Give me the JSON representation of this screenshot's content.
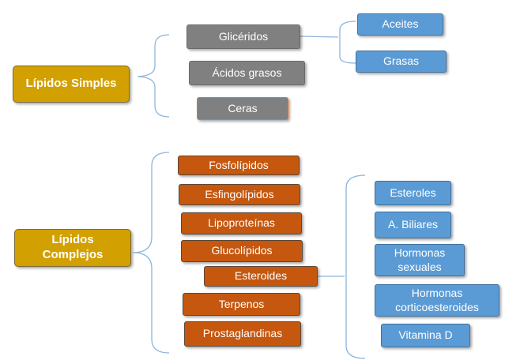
{
  "colors": {
    "gold": "#d2a000",
    "gray": "#808080",
    "orange": "#c5570e",
    "blue": "#5b9bd5",
    "connector": "#8fb4dc"
  },
  "simple": {
    "label": "Lípidos Simples",
    "items": [
      "Glicéridos",
      "Ácidos grasos",
      "Ceras"
    ],
    "glicerido_types": [
      "Aceites",
      "Grasas"
    ]
  },
  "complex": {
    "label_line1": "Lípidos",
    "label_line2": "Complejos",
    "items": [
      "Fosfolípidos",
      "Esfingolípidos",
      "Lipoproteínas",
      "Glucolípidos",
      "Esteroides",
      "Terpenos",
      "Prostaglandinas"
    ],
    "steroid_types": [
      [
        "Esteroles"
      ],
      [
        "A. Biliares"
      ],
      [
        "Hormonas",
        "sexuales"
      ],
      [
        "Hormonas",
        "corticoesteroides"
      ],
      [
        "Vitamina D"
      ]
    ]
  }
}
